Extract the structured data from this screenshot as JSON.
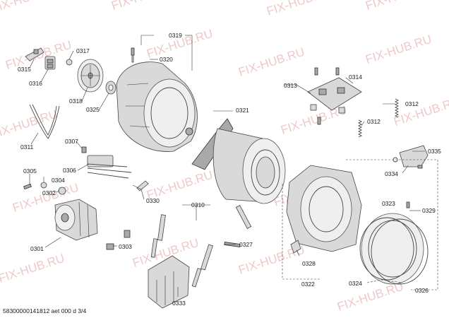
{
  "watermark": "FIX-HUB.RU",
  "footer": "58300000141812 aet 000 d 3/4",
  "labels": {
    "p0315": "0315",
    "p0317": "0317",
    "p0316": "0316",
    "p0318": "0318",
    "p0311": "0311",
    "p0319": "0319",
    "p0320": "0320",
    "p0325": "0325",
    "p0321": "0321",
    "p0307": "0307",
    "p0306": "0306",
    "p0305": "0305",
    "p0304": "0304",
    "p0302": "0302",
    "p0330": "0330",
    "p0301": "0301",
    "p0303": "0303",
    "p0310": "0310",
    "p0327": "0327",
    "p0333": "0333",
    "p0313": "0313",
    "p0314": "0314",
    "p0312a": "0312",
    "p0312b": "0312",
    "p0335": "0335",
    "p0334": "0334",
    "p0323": "0323",
    "p0329": "0329",
    "p0328": "0328",
    "p0322": "0322",
    "p0324": "0324",
    "p0326": "0326"
  }
}
